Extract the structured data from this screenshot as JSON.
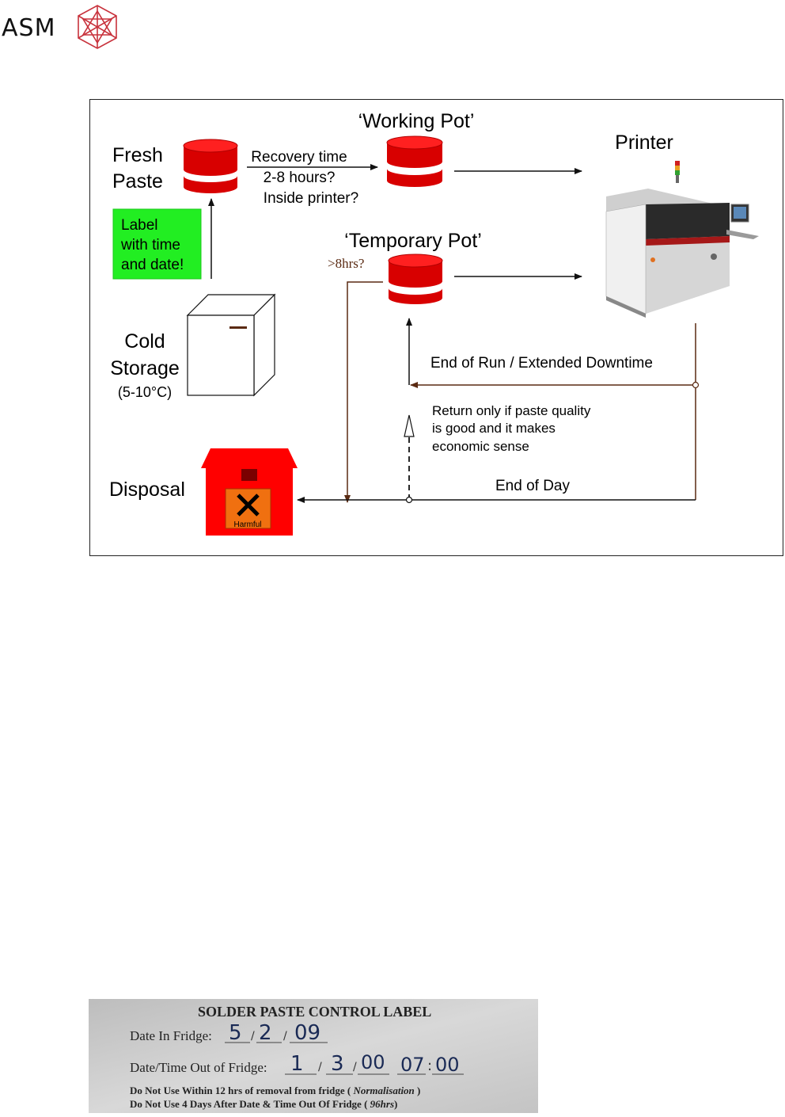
{
  "header": {
    "logo_text": "ASM"
  },
  "diagram": {
    "fresh_paste": [
      "Fresh",
      "Paste"
    ],
    "recovery": [
      "Recovery time",
      "2-8 hours?",
      "Inside printer?"
    ],
    "working_pot": "‘Working Pot’",
    "printer": "Printer",
    "label_note": [
      "Label",
      "with time",
      "and date!"
    ],
    "temporary_pot": "‘Temporary Pot’",
    "over_8hrs": ">8hrs?",
    "cold_storage": [
      "Cold",
      "Storage",
      "(5-10°C)"
    ],
    "end_of_run": "End of Run / Extended Downtime",
    "return_note": [
      "Return only if paste quality",
      "is good and it makes",
      "economic sense"
    ],
    "end_of_day": "End of Day",
    "disposal": "Disposal",
    "harmful": "Harmful"
  },
  "control_label": {
    "title": "SOLDER PASTE CONTROL LABEL",
    "date_in_label": "Date In Fridge:",
    "date_in_day": "5",
    "date_in_month": "2",
    "date_in_year": "09",
    "date_out_label": "Date/Time Out of Fridge:",
    "date_out_day": "1",
    "date_out_month": "3",
    "date_out_year": "00",
    "time_hour": "07",
    "time_min": "00",
    "rule1_main": "Do Not Use Within 12 hrs of removal  from fridge (",
    "rule1_em": " Normalisation ",
    "rule1_end": ")",
    "rule2_main": "Do Not Use 4 Days After Date & Time Out Of Fridge (",
    "rule2_em": " 96hrs",
    "rule2_end": ")"
  },
  "colors": {
    "red": "#d80000",
    "green": "#22ee22",
    "brown": "#5a2a12",
    "logo_red": "#c8323c"
  }
}
